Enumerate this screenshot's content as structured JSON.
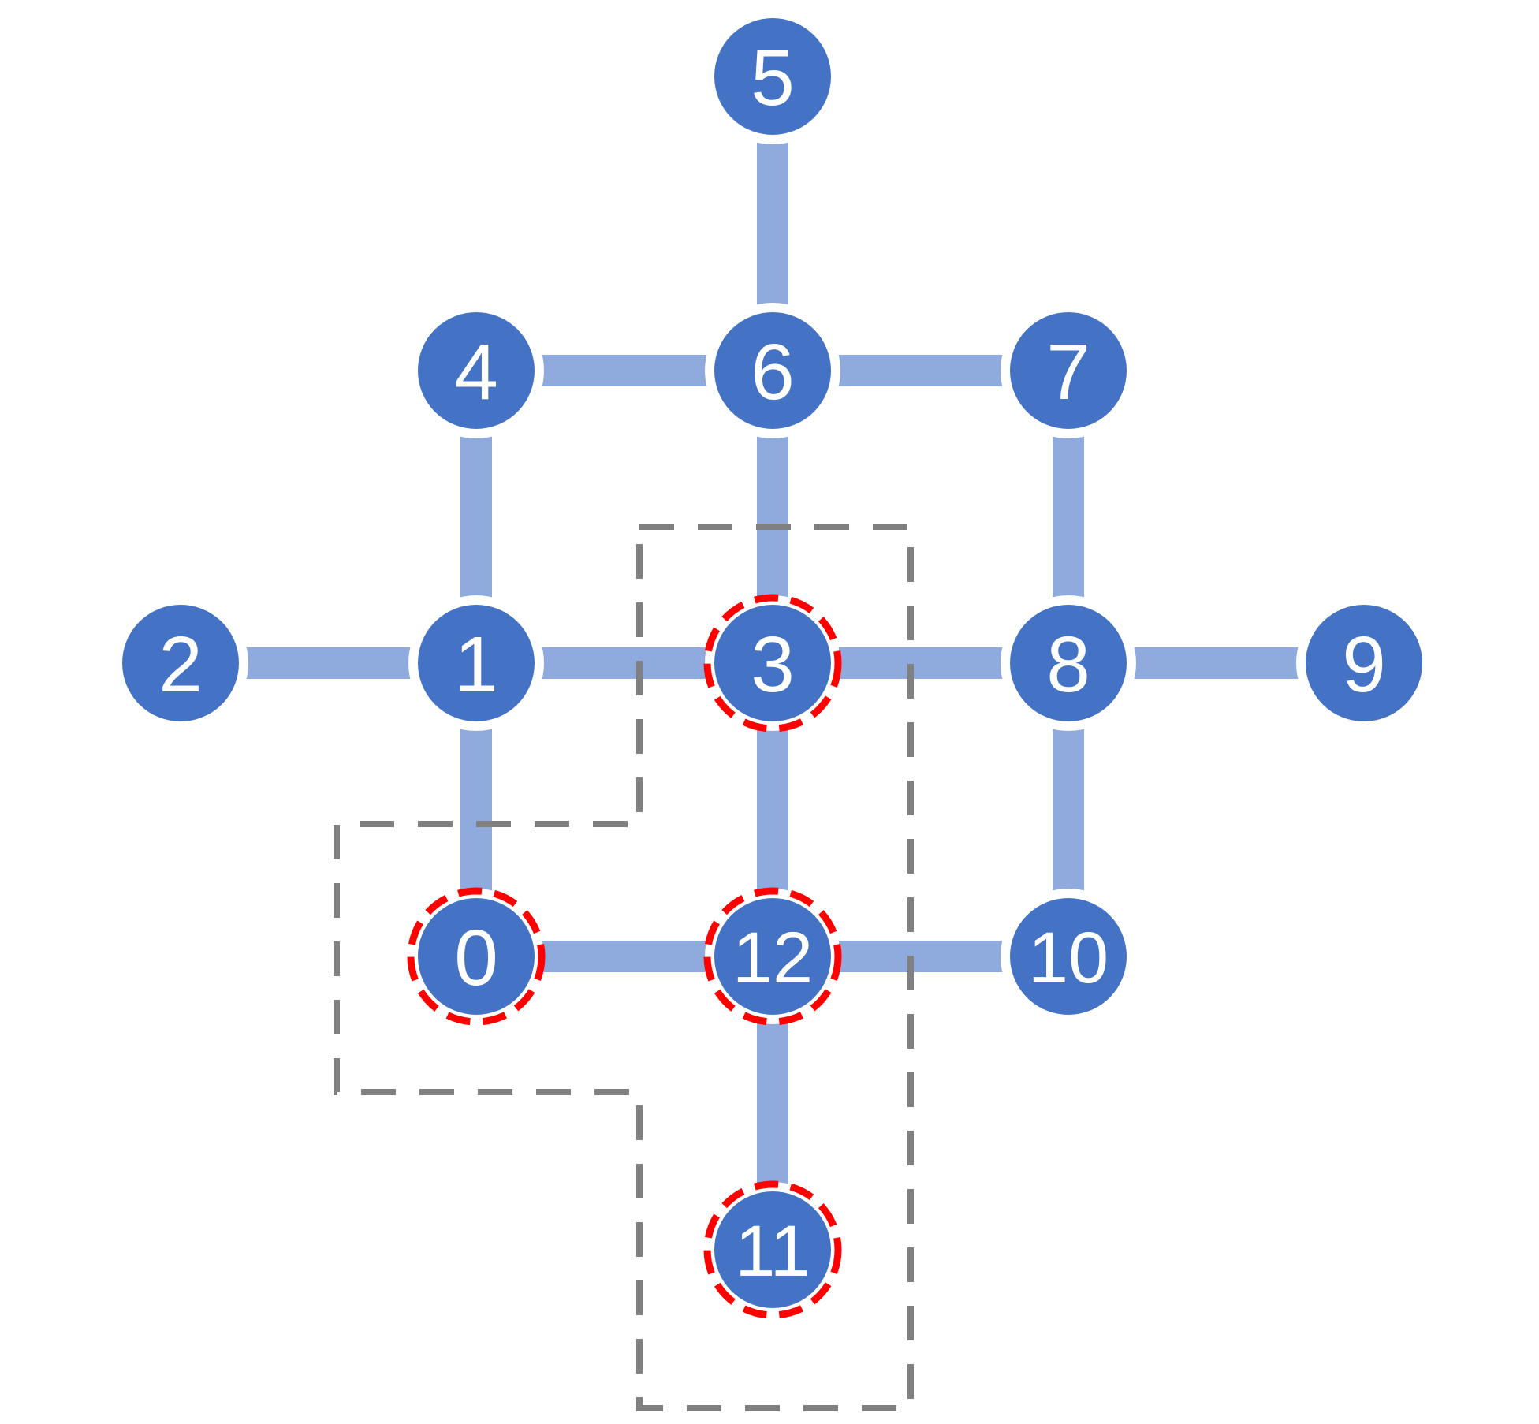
{
  "colors": {
    "background": "#ffffff",
    "node_fill": "#4472c4",
    "node_outline": "#ffffff",
    "node_label": "#ffffff",
    "edge": "#8faadc",
    "highlight_ring": "#ff0000",
    "region_border": "#808080"
  },
  "nodes": [
    {
      "id": "n0",
      "label": "0",
      "highlighted": true
    },
    {
      "id": "n1",
      "label": "1",
      "highlighted": false
    },
    {
      "id": "n2",
      "label": "2",
      "highlighted": false
    },
    {
      "id": "n3",
      "label": "3",
      "highlighted": true
    },
    {
      "id": "n4",
      "label": "4",
      "highlighted": false
    },
    {
      "id": "n5",
      "label": "5",
      "highlighted": false
    },
    {
      "id": "n6",
      "label": "6",
      "highlighted": false
    },
    {
      "id": "n7",
      "label": "7",
      "highlighted": false
    },
    {
      "id": "n8",
      "label": "8",
      "highlighted": false
    },
    {
      "id": "n9",
      "label": "9",
      "highlighted": false
    },
    {
      "id": "n10",
      "label": "10",
      "highlighted": false
    },
    {
      "id": "n11",
      "label": "11",
      "highlighted": true
    },
    {
      "id": "n12",
      "label": "12",
      "highlighted": true
    }
  ],
  "edges": [
    [
      "5",
      "6"
    ],
    [
      "4",
      "6"
    ],
    [
      "6",
      "7"
    ],
    [
      "4",
      "1"
    ],
    [
      "6",
      "3"
    ],
    [
      "7",
      "8"
    ],
    [
      "2",
      "1"
    ],
    [
      "1",
      "3"
    ],
    [
      "3",
      "8"
    ],
    [
      "8",
      "9"
    ],
    [
      "1",
      "0"
    ],
    [
      "3",
      "12"
    ],
    [
      "8",
      "10"
    ],
    [
      "0",
      "12"
    ],
    [
      "12",
      "10"
    ],
    [
      "12",
      "11"
    ]
  ],
  "regions": [
    {
      "id": "region-a",
      "members": [
        "3",
        "0",
        "12",
        "11"
      ]
    }
  ]
}
